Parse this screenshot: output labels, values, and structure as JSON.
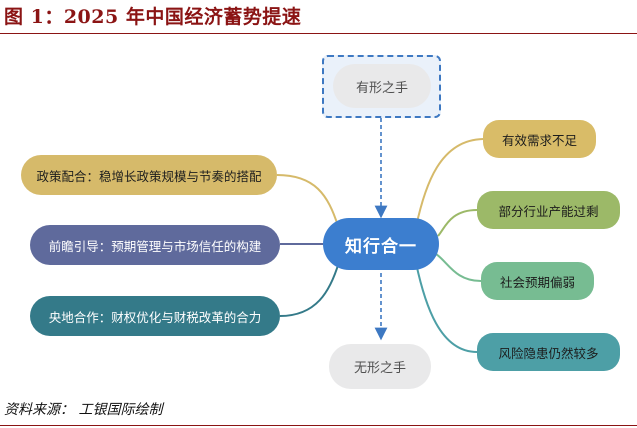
{
  "figure": {
    "title": "图 1：2025 年中国经济蓄势提速",
    "source": "资料来源：  工银国际绘制"
  },
  "top_node": {
    "label": "有形之手"
  },
  "bottom_node": {
    "label": "无形之手"
  },
  "center_node": {
    "label": "知行合一"
  },
  "left_nodes": [
    {
      "label": "政策配合：稳增长政策规模与节奏的搭配",
      "color": "#d6ba6a"
    },
    {
      "label": "前瞻引导：预期管理与市场信任的构建",
      "color": "#5f6a9c"
    },
    {
      "label": "央地合作：财权优化与财税改革的合力",
      "color": "#347a89"
    }
  ],
  "right_nodes": [
    {
      "label": "有效需求不足",
      "color": "#d9bc68"
    },
    {
      "label": "部分行业产能过剩",
      "color": "#9cb968"
    },
    {
      "label": "社会预期偏弱",
      "color": "#77bc92"
    },
    {
      "label": "风险隐患仍然较多",
      "color": "#4d9fa6"
    }
  ],
  "colors": {
    "title": "#8b1414",
    "center": "#3c7ecf",
    "dashed_frame": "#3d78c2",
    "gray_pill": "#e9e9ea"
  }
}
